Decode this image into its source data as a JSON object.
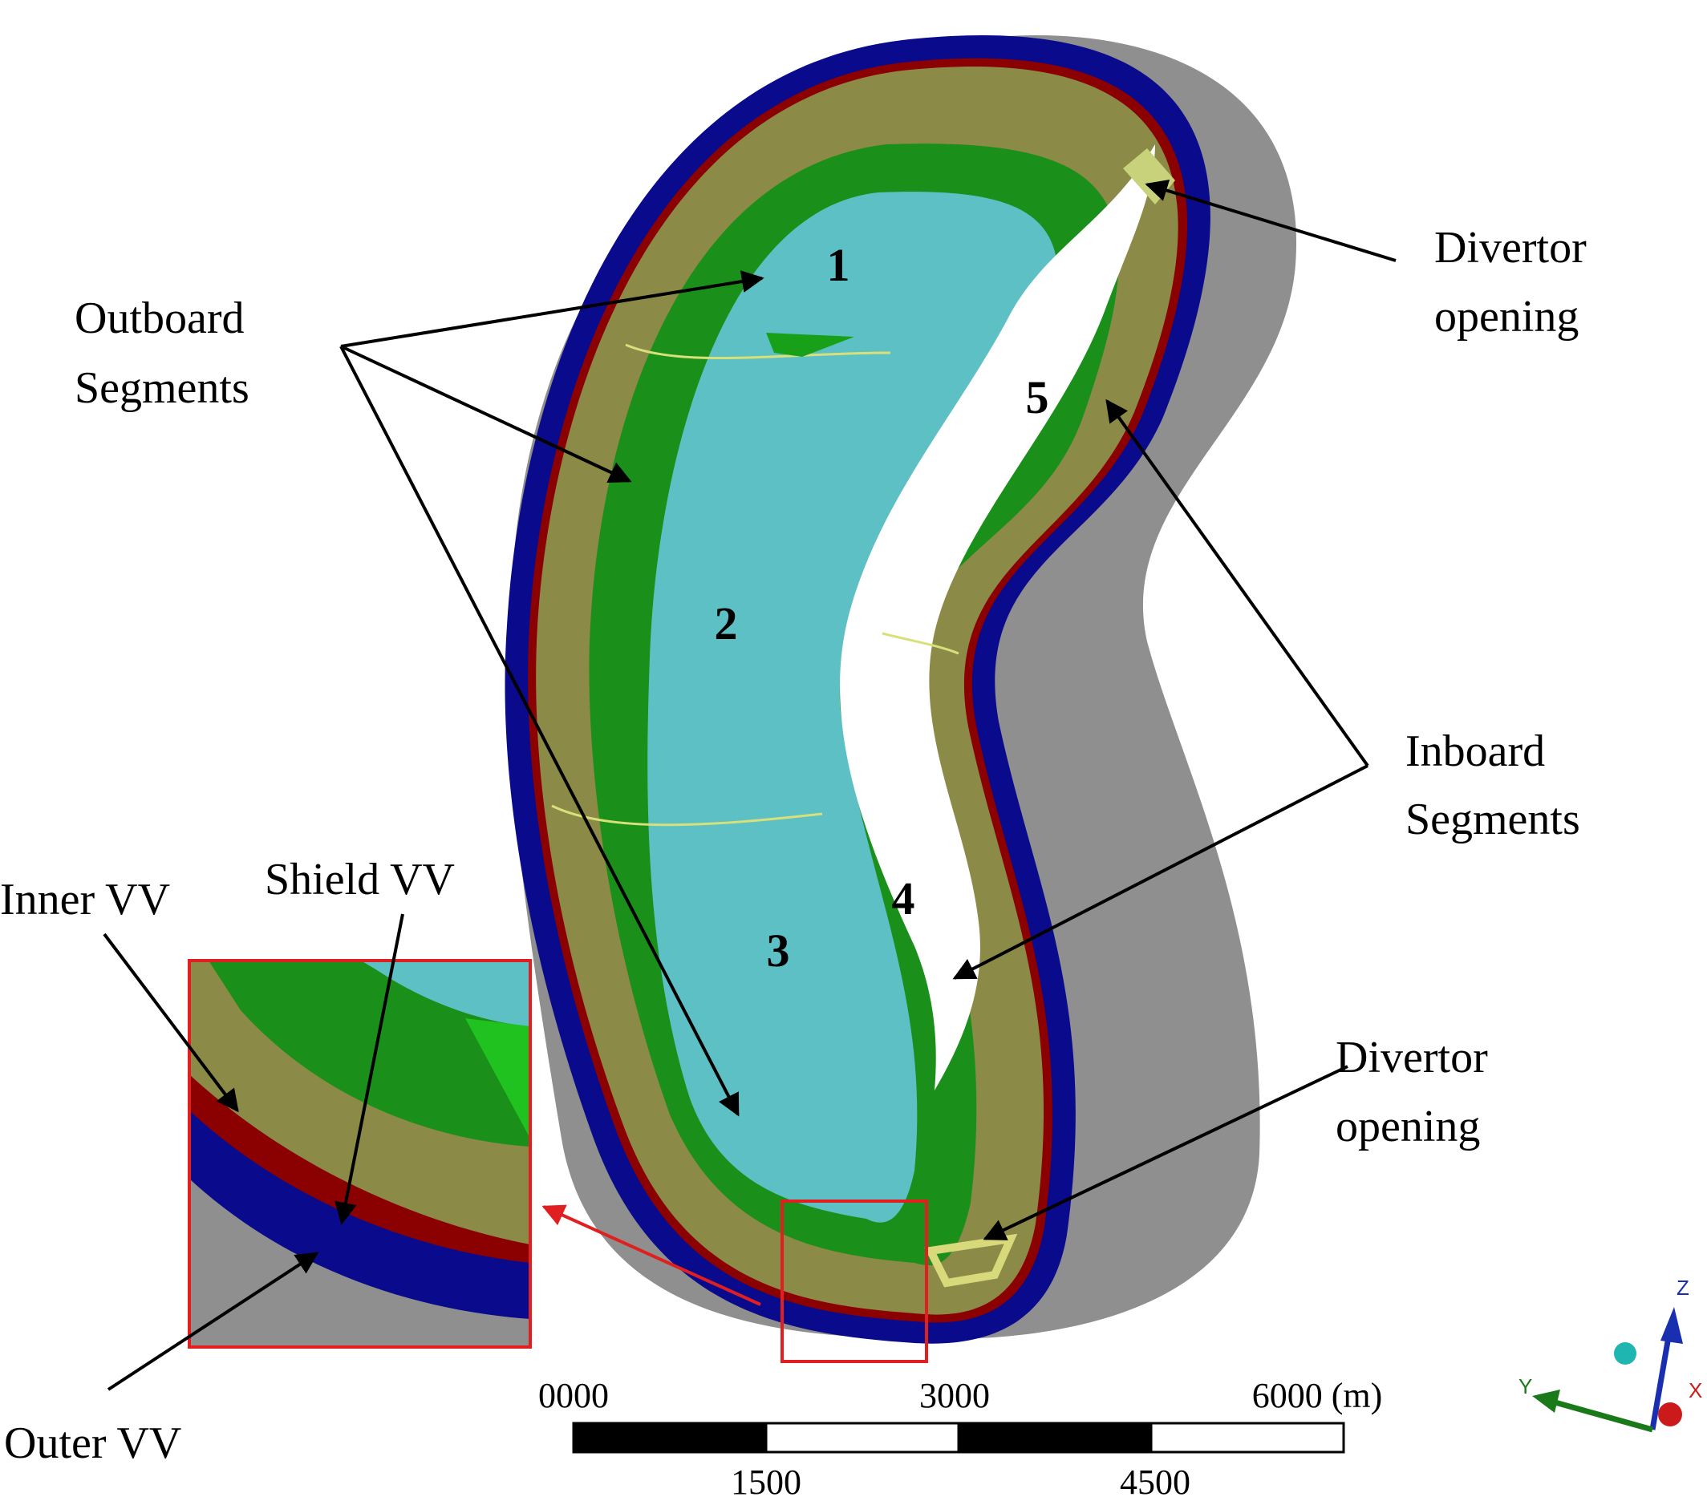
{
  "labels": {
    "outboard_line1": "Outboard",
    "outboard_line2": "Segments",
    "divertor_top_line1": "Divertor",
    "divertor_top_line2": "opening",
    "inboard_line1": "Inboard",
    "inboard_line2": "Segments",
    "divertor_bottom_line1": "Divertor",
    "divertor_bottom_line2": "opening",
    "inner_vv": "Inner VV",
    "shield_vv": "Shield VV",
    "outer_vv": "Outer VV"
  },
  "segments": [
    "1",
    "2",
    "3",
    "4",
    "5"
  ],
  "scale_bar": {
    "top_ticks": [
      "0000",
      "3000",
      "6000 (m)"
    ],
    "bottom_ticks": [
      "1500",
      "4500"
    ]
  },
  "axes": {
    "z": "Z",
    "y": "Y",
    "x": "X"
  },
  "colors": {
    "outer_casing": "#8f8f8f",
    "outer_vv": "#0a0a8c",
    "inner_vv": "#8b0000",
    "shield": "#8b8a47",
    "blanket": "#1a8f1a",
    "first_wall": "#5dc0c4",
    "highlight_box": "#e02020",
    "axis_z": "#1a2fb0",
    "axis_y": "#1a7a1a",
    "axis_x": "#cc1a1a"
  }
}
